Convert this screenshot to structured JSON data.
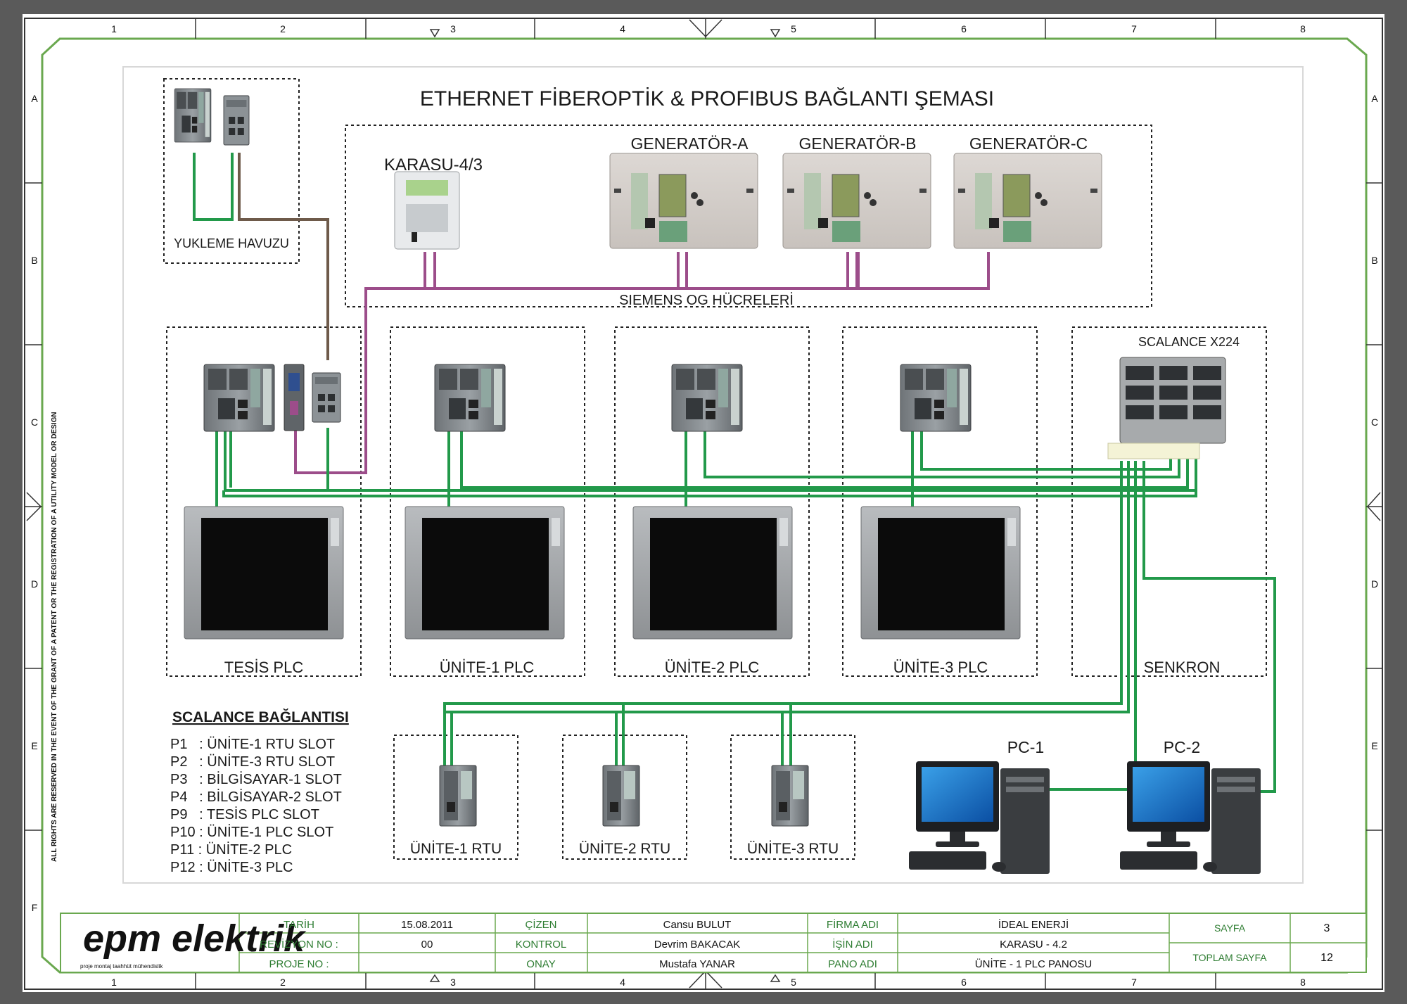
{
  "frame": {
    "columns": [
      "1",
      "2",
      "3",
      "4",
      "5",
      "6",
      "7",
      "8"
    ],
    "rows": [
      "A",
      "B",
      "C",
      "D",
      "E",
      "F"
    ],
    "rows_right": [
      "A",
      "B",
      "C",
      "D",
      "E"
    ],
    "side_note": "ALL RIGHTS ARE RESERVED IN THE EVENT OF THE GRANT OF A PATENT OR THE REGISTRATION OF A UTILITY MODEL OR DESIGN"
  },
  "diagram": {
    "title": "ETHERNET FİBEROPTİK & PROFIBUS BAĞLANTI ŞEMASI",
    "yukleme_label": "YUKLEME HAVUZU",
    "siemens_group_label": "SIEMENS OG HÜCRELERİ",
    "karasu_label": "KARASU-4/3",
    "generators": [
      "GENERATÖR-A",
      "GENERATÖR-B",
      "GENERATÖR-C"
    ],
    "panels": [
      "TESİS PLC",
      "ÜNİTE-1 PLC",
      "ÜNİTE-2 PLC",
      "ÜNİTE-3 PLC",
      "SENKRON"
    ],
    "scalance_label": "SCALANCE X224",
    "rtus": [
      "ÜNİTE-1 RTU",
      "ÜNİTE-2 RTU",
      "ÜNİTE-3 RTU"
    ],
    "pcs": [
      "PC-1",
      "PC-2"
    ],
    "legend": {
      "title": "SCALANCE BAĞLANTISI",
      "items": [
        "P1   : ÜNİTE-1 RTU SLOT",
        "P2   : ÜNİTE-3 RTU SLOT",
        "P3   : BİLGİSAYAR-1 SLOT",
        "P4   : BİLGİSAYAR-2 SLOT",
        "P9   : TESİS PLC SLOT",
        "P10 : ÜNİTE-1 PLC SLOT",
        "P11 : ÜNİTE-2 PLC",
        "P12 : ÜNİTE-3 PLC"
      ]
    }
  },
  "title_block": {
    "logo": "epm elektrik",
    "logo_sub": "proje montaj taahhüt mühendislik",
    "rows": [
      {
        "label1": "TARİH",
        "value1": "15.08.2011",
        "label2": "ÇİZEN",
        "value2": "Cansu BULUT",
        "label3": "FİRMA ADI",
        "value3": "İDEAL ENERJİ"
      },
      {
        "label1": "REVİZYON NO :",
        "value1": "00",
        "label2": "KONTROL",
        "value2": "Devrim BAKACAK",
        "label3": "İŞİN ADI",
        "value3": "KARASU - 4.2"
      },
      {
        "label1": "PROJE NO :",
        "value1": "",
        "label2": "ONAY",
        "value2": "Mustafa YANAR",
        "label3": "PANO ADI",
        "value3": "ÜNİTE - 1 PLC PANOSU"
      }
    ],
    "page_label": "SAYFA",
    "page_value": "3",
    "total_label": "TOPLAM SAYFA",
    "total_value": "12"
  },
  "colors": {
    "ethernet": "#22994a",
    "profibus": "#9c4d8a",
    "copper": "#6e5a4a",
    "border_green": "#6aa84f"
  }
}
